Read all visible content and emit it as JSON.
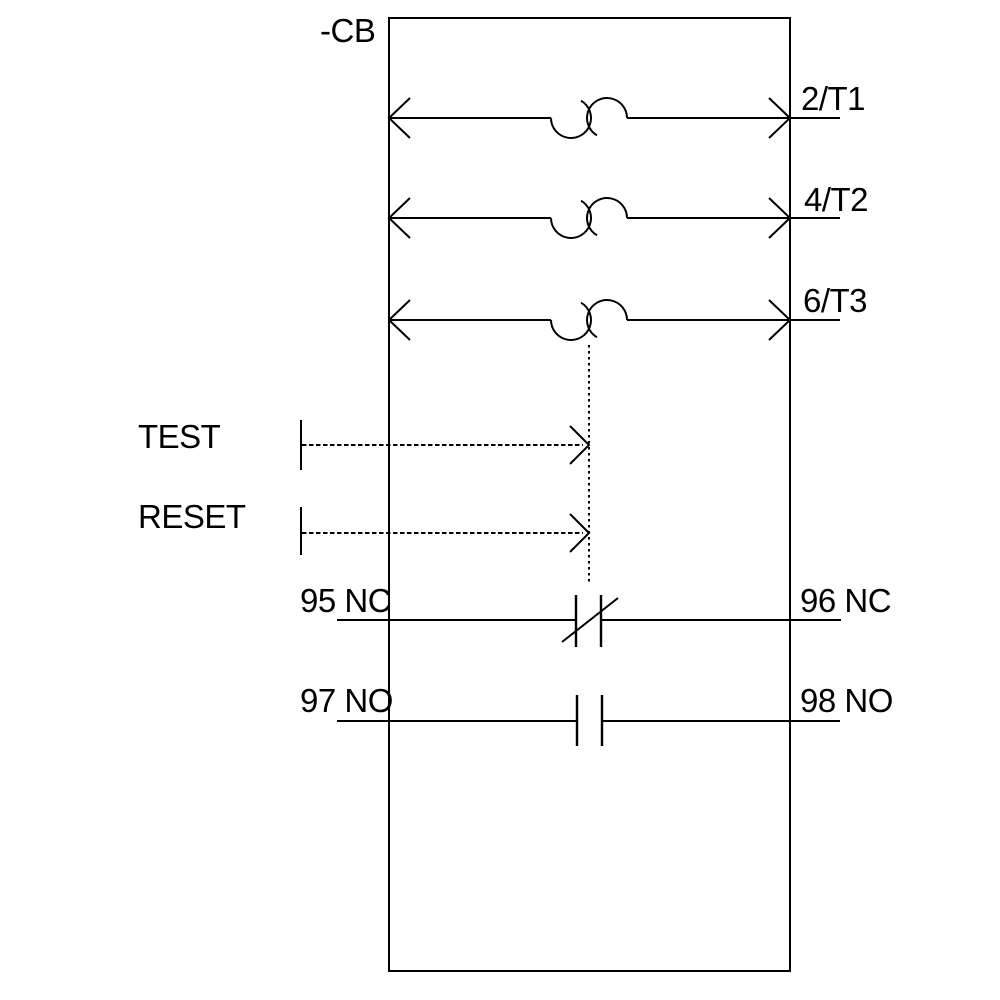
{
  "schematic": {
    "device_label": "-CB",
    "pole_terminals": [
      "2/T1",
      "4/T2",
      "6/T3"
    ],
    "actuators": {
      "test": "TEST",
      "reset": "RESET"
    },
    "aux_contacts": {
      "nc_left": "95 NC",
      "nc_right": "96 NC",
      "no_left": "97 NO",
      "no_right": "98 NO"
    },
    "symbols": {
      "thermal_overload_element": "interlocked-arcs-heater-element",
      "pole_end_markers": "open-chevron-arrowheads",
      "trip_linkage": "vertical-dotted-line",
      "actuator_action": "dashed-arrow-to-trip-linkage",
      "nc_contact": "break-contact-with-diagonal-stroke",
      "no_contact": "make-contact-open-gap"
    },
    "colors": {
      "line": "#000000",
      "text": "#000000",
      "background": "#ffffff"
    }
  }
}
